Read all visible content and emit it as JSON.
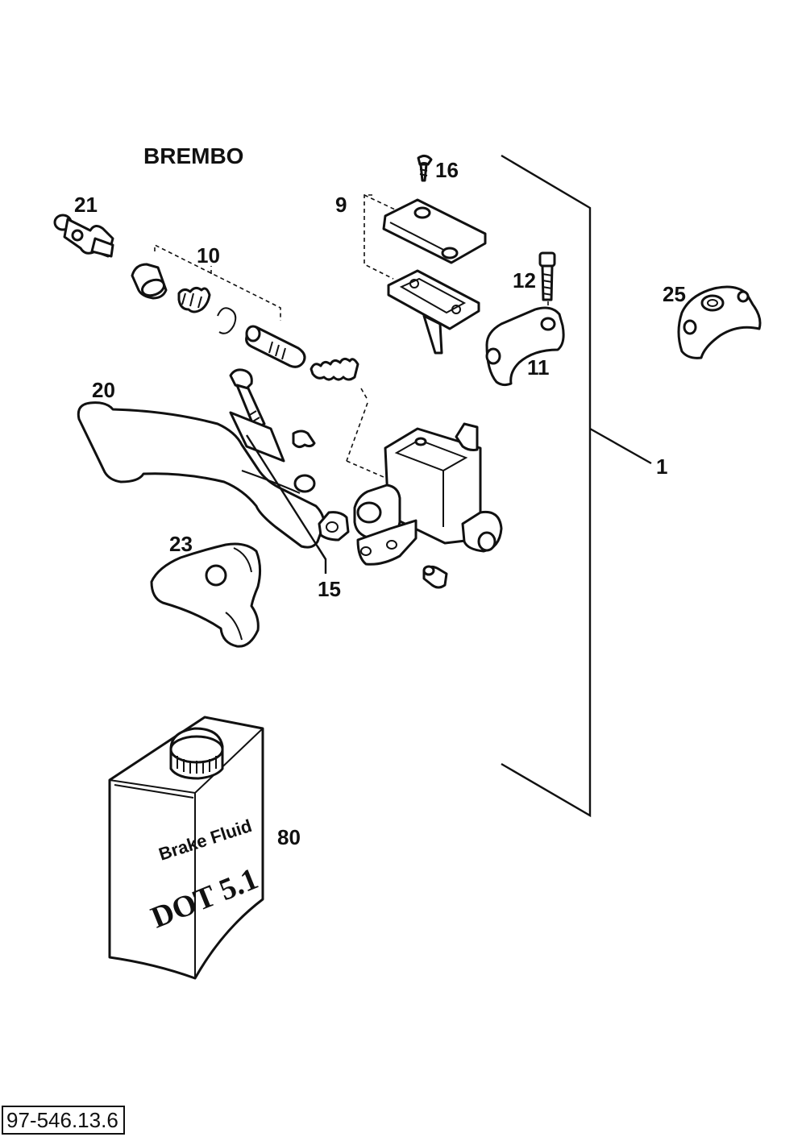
{
  "title": "BREMBO",
  "drawing_number": "97-546.13.6",
  "callouts": {
    "p1": "1",
    "p9": "9",
    "p10": "10",
    "p11": "11",
    "p12": "12",
    "p15": "15",
    "p16": "16",
    "p20": "20",
    "p21": "21",
    "p23": "23",
    "p25": "25",
    "p80": "80"
  },
  "fluid_can": {
    "line1": "Brake Fluid",
    "line2": "DOT 5.1"
  }
}
